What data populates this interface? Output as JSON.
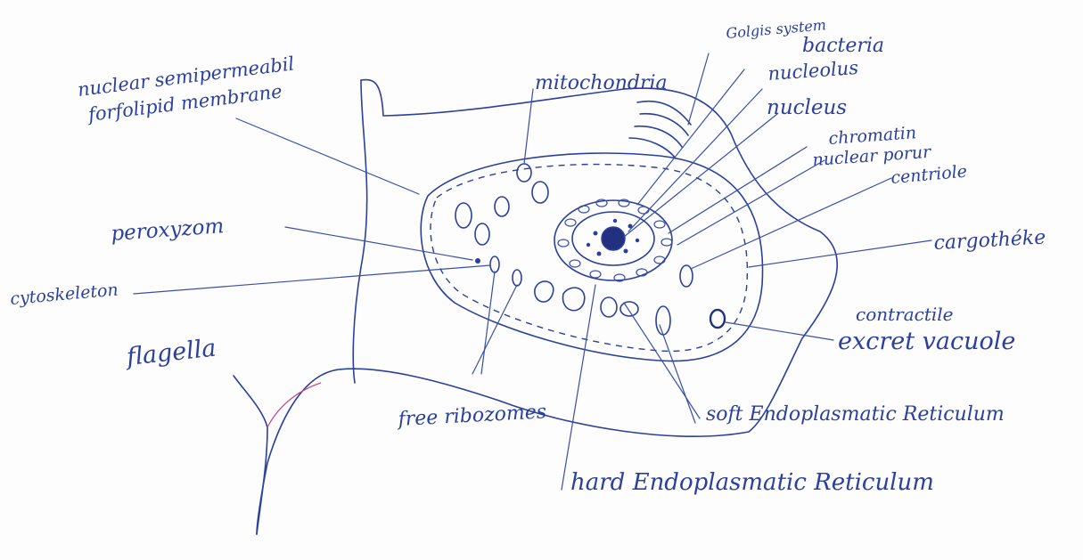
{
  "labels": {
    "nuclear_membrane_line1": "nuclear semipermeabil",
    "nuclear_membrane_line2": "forfolipid membrane",
    "mitochondria": "mitochondria",
    "golgi": "Golgis system",
    "bacteria": "bacteria",
    "nucleolus": "nucleolus",
    "nucleus": "nucleus",
    "chromatin": "chromatin",
    "nuclear_porus": "nuclear porur",
    "centriole": "centriole",
    "peroxyzom": "peroxyzom",
    "cytoskeleton": "cytoskeleton",
    "cargotheke": "cargothéke",
    "contractile": "contractile",
    "excret_vacuole": "excret vacuole",
    "flagella": "flagella",
    "free_ribozomes": "free ribozomes",
    "soft_er": "soft Endoplasmatic Reticulum",
    "hard_er": "hard Endoplasmatic Reticulum"
  },
  "colors": {
    "ink": "#2b3f9e",
    "accent": "#c24a86",
    "paper": "#fdfdfd"
  }
}
